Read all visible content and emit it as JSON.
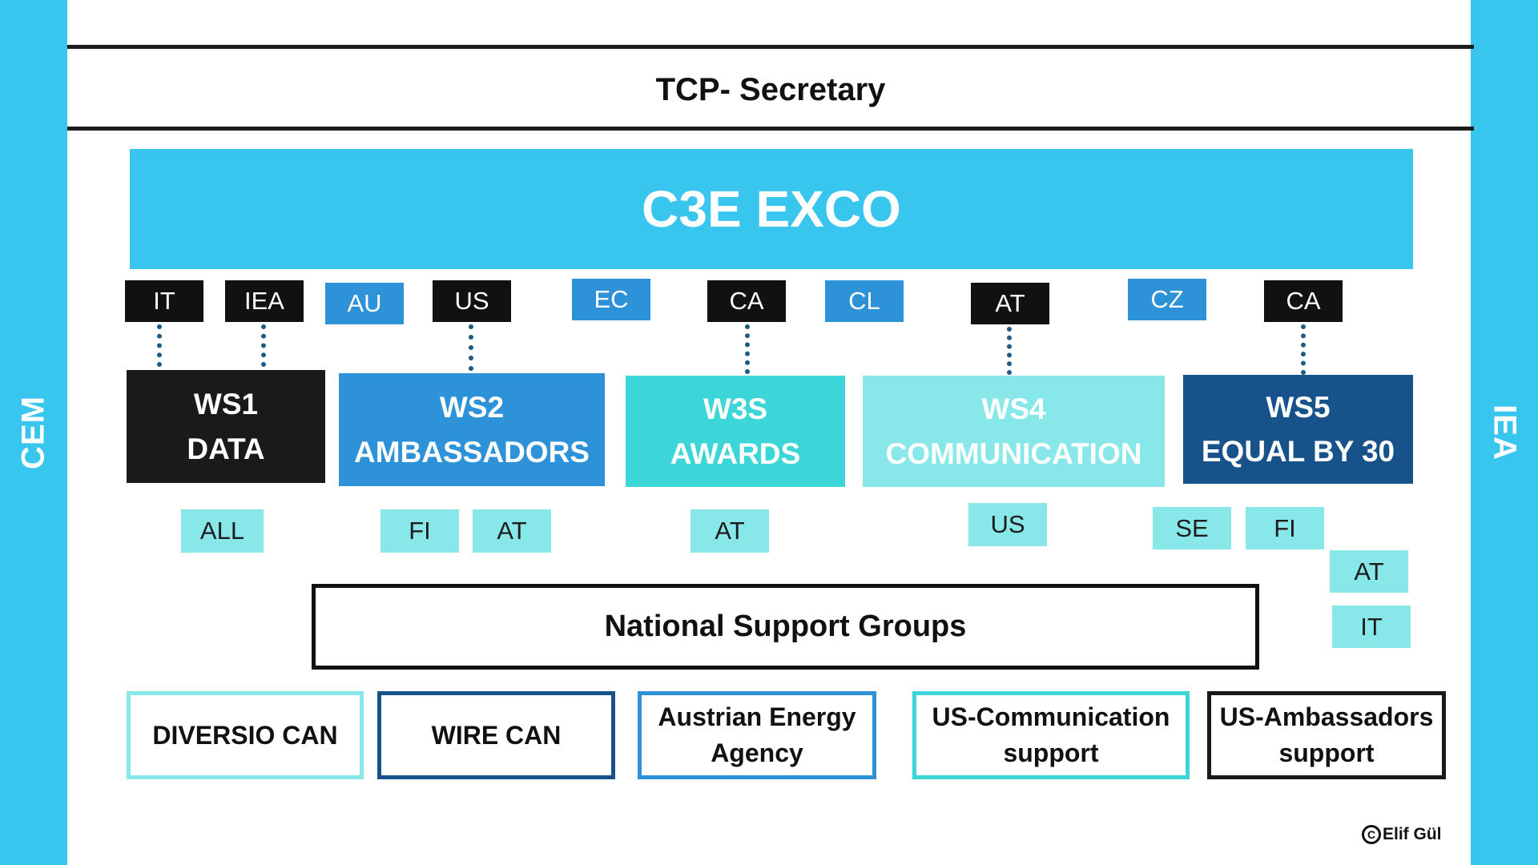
{
  "side_labels": {
    "left": "CEM",
    "right": "IEA"
  },
  "secretary": "TCP- Secretary",
  "exco": "C3E EXCO",
  "top_tags": [
    "IT",
    "IEA",
    "AU",
    "US",
    "EC",
    "CA",
    "CL",
    "AT",
    "CZ",
    "CA"
  ],
  "workstreams": [
    {
      "line1": "WS1",
      "line2": "DATA"
    },
    {
      "line1": "WS2",
      "line2": "AMBASSADORS"
    },
    {
      "line1": "W3S",
      "line2": "AWARDS"
    },
    {
      "line1": "WS4",
      "line2": "COMMUNICATION"
    },
    {
      "line1": "WS5",
      "line2": "EQUAL BY 30"
    }
  ],
  "bottom_tags": [
    "ALL",
    "FI",
    "AT",
    "AT",
    "US",
    "SE",
    "FI",
    "AT",
    "IT"
  ],
  "national_support": "National Support Groups",
  "orgs": [
    {
      "line1": "DIVERSIO CAN",
      "line2": ""
    },
    {
      "line1": "WIRE CAN",
      "line2": ""
    },
    {
      "line1": "Austrian Energy",
      "line2": "Agency"
    },
    {
      "line1": "US-Communication",
      "line2": "support"
    },
    {
      "line1": "US-Ambassadors",
      "line2": "support"
    }
  ],
  "copyright": "Elif Gül",
  "colors": {
    "side": "#38c6ef",
    "exco": "#38c6ef",
    "ws1": "#1a1a1a",
    "ws2": "#2e92d9",
    "ws3": "#3dd6d8",
    "ws4": "#88e8e9",
    "ws5": "#17528a"
  }
}
